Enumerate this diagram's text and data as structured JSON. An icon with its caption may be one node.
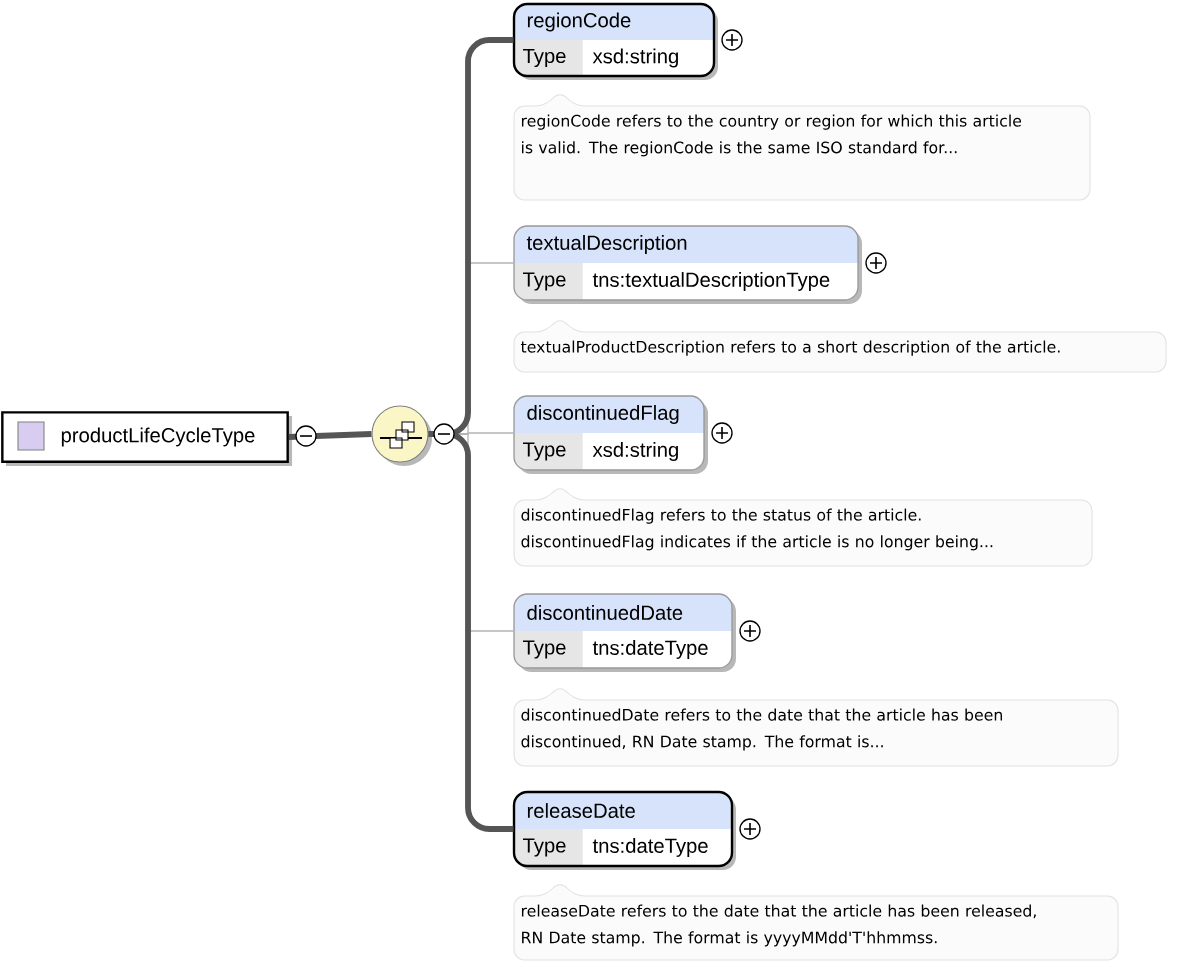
{
  "diagram": {
    "nodes": [
      {
        "text": [
          "productLifeCycleType"
        ]
      },
      {
        "text": [],
        "shape": "circle"
      },
      {
        "text": [
          "regionCode",
          "Type",
          "xsd:string"
        ],
        "beside": [
          "regionCode refers to the country or region for which this article is valid. The regionCode is the same ISO standard for..."
        ]
      },
      {
        "text": [
          "textualDescription",
          "Type",
          "tns:textualDescriptionType"
        ],
        "beside": [
          "textualProductDescription refers to a short description of the article."
        ]
      },
      {
        "text": [
          "discontinuedFlag",
          "Type",
          "xsd:string"
        ],
        "beside": [
          "discontinuedFlag refers to the status of the article. discontinuedFlag indicates if the article is no longer being..."
        ]
      },
      {
        "text": [
          "discontinuedDate",
          "Type",
          "tns:dateType"
        ],
        "beside": [
          "discontinuedDate refers to the date that the article has been discontinued, RN Date stamp. The format is..."
        ]
      },
      {
        "text": [
          "releaseDate",
          "Type",
          "tns:dateType"
        ],
        "beside": [
          "releaseDate refers to the date that the article has been released, RN Date stamp. The format is yyyyMMdd'T'hhmmss."
        ]
      }
    ],
    "edges": [
      {
        "from": 0,
        "to": 1,
        "arrow": "none",
        "style": "thick"
      },
      {
        "from": 1,
        "to": 2,
        "arrow": "none",
        "style": "thick"
      },
      {
        "from": 1,
        "to": 3,
        "arrow": "none",
        "color": "#b4b4b4"
      },
      {
        "from": 1,
        "to": 4,
        "arrow": "none",
        "color": "#b4b4b4"
      },
      {
        "from": 1,
        "to": 5,
        "arrow": "none",
        "color": "#b4b4b4"
      },
      {
        "from": 1,
        "to": 6,
        "arrow": "none",
        "style": "thick"
      }
    ]
  }
}
